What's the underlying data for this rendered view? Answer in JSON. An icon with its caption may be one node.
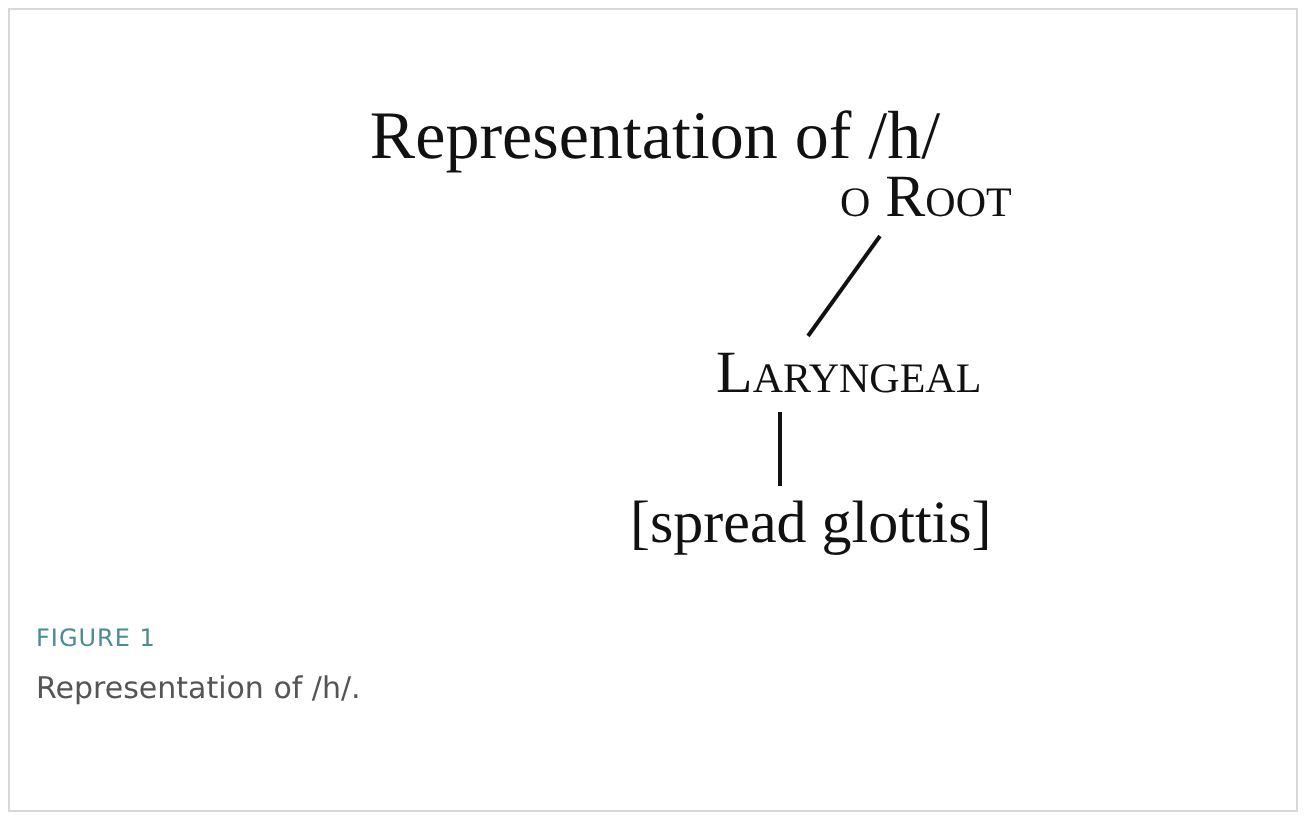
{
  "diagram": {
    "title": "Representation of /h/",
    "nodes": [
      {
        "text": [
          "o Root"
        ]
      },
      {
        "text": [
          "Laryngeal"
        ]
      },
      {
        "text": [
          "[spread glottis]"
        ]
      }
    ],
    "edges": [
      {
        "from": 0,
        "to": 1,
        "arrow": "none"
      },
      {
        "from": 1,
        "to": 2,
        "arrow": "none"
      }
    ],
    "labels": [
      "FIGURE 1"
    ],
    "caption": "Representation of /h/."
  }
}
